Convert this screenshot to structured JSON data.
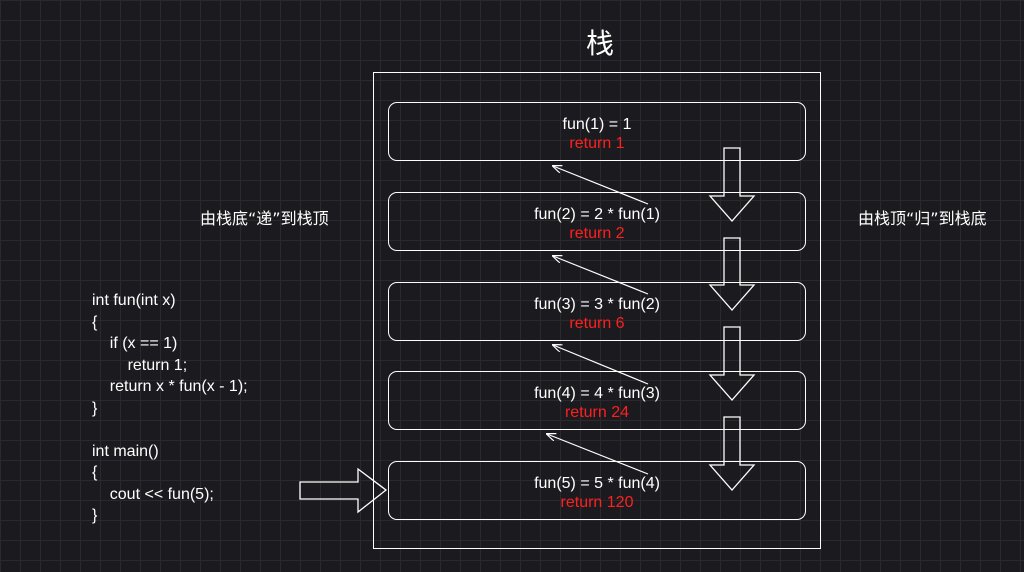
{
  "title": "栈",
  "left_label": "由栈底“递”到栈顶",
  "right_label": "由栈顶“归”到栈底",
  "frames": [
    {
      "expr": "fun(1) = 1",
      "ret": "return 1"
    },
    {
      "expr": "fun(2) = 2  * fun(1)",
      "ret": "return 2"
    },
    {
      "expr": "fun(3) = 3  * fun(2)",
      "ret": "return 6"
    },
    {
      "expr": "fun(4) = 4  * fun(3)",
      "ret": "return 24"
    },
    {
      "expr": "fun(5) = 5  * fun(4)",
      "ret": "return 120"
    }
  ],
  "code_lines": [
    "int fun(int x)",
    "{",
    "    if (x == 1)",
    "        return 1;",
    "    return x * fun(x - 1);",
    "}",
    "",
    "int main()",
    "{",
    "    cout << fun(5);",
    "}"
  ],
  "colors": {
    "background": "#1b1b1f",
    "grid": "#2a2a2e",
    "line": "#ffffff",
    "return_text": "#ff1f1f"
  }
}
